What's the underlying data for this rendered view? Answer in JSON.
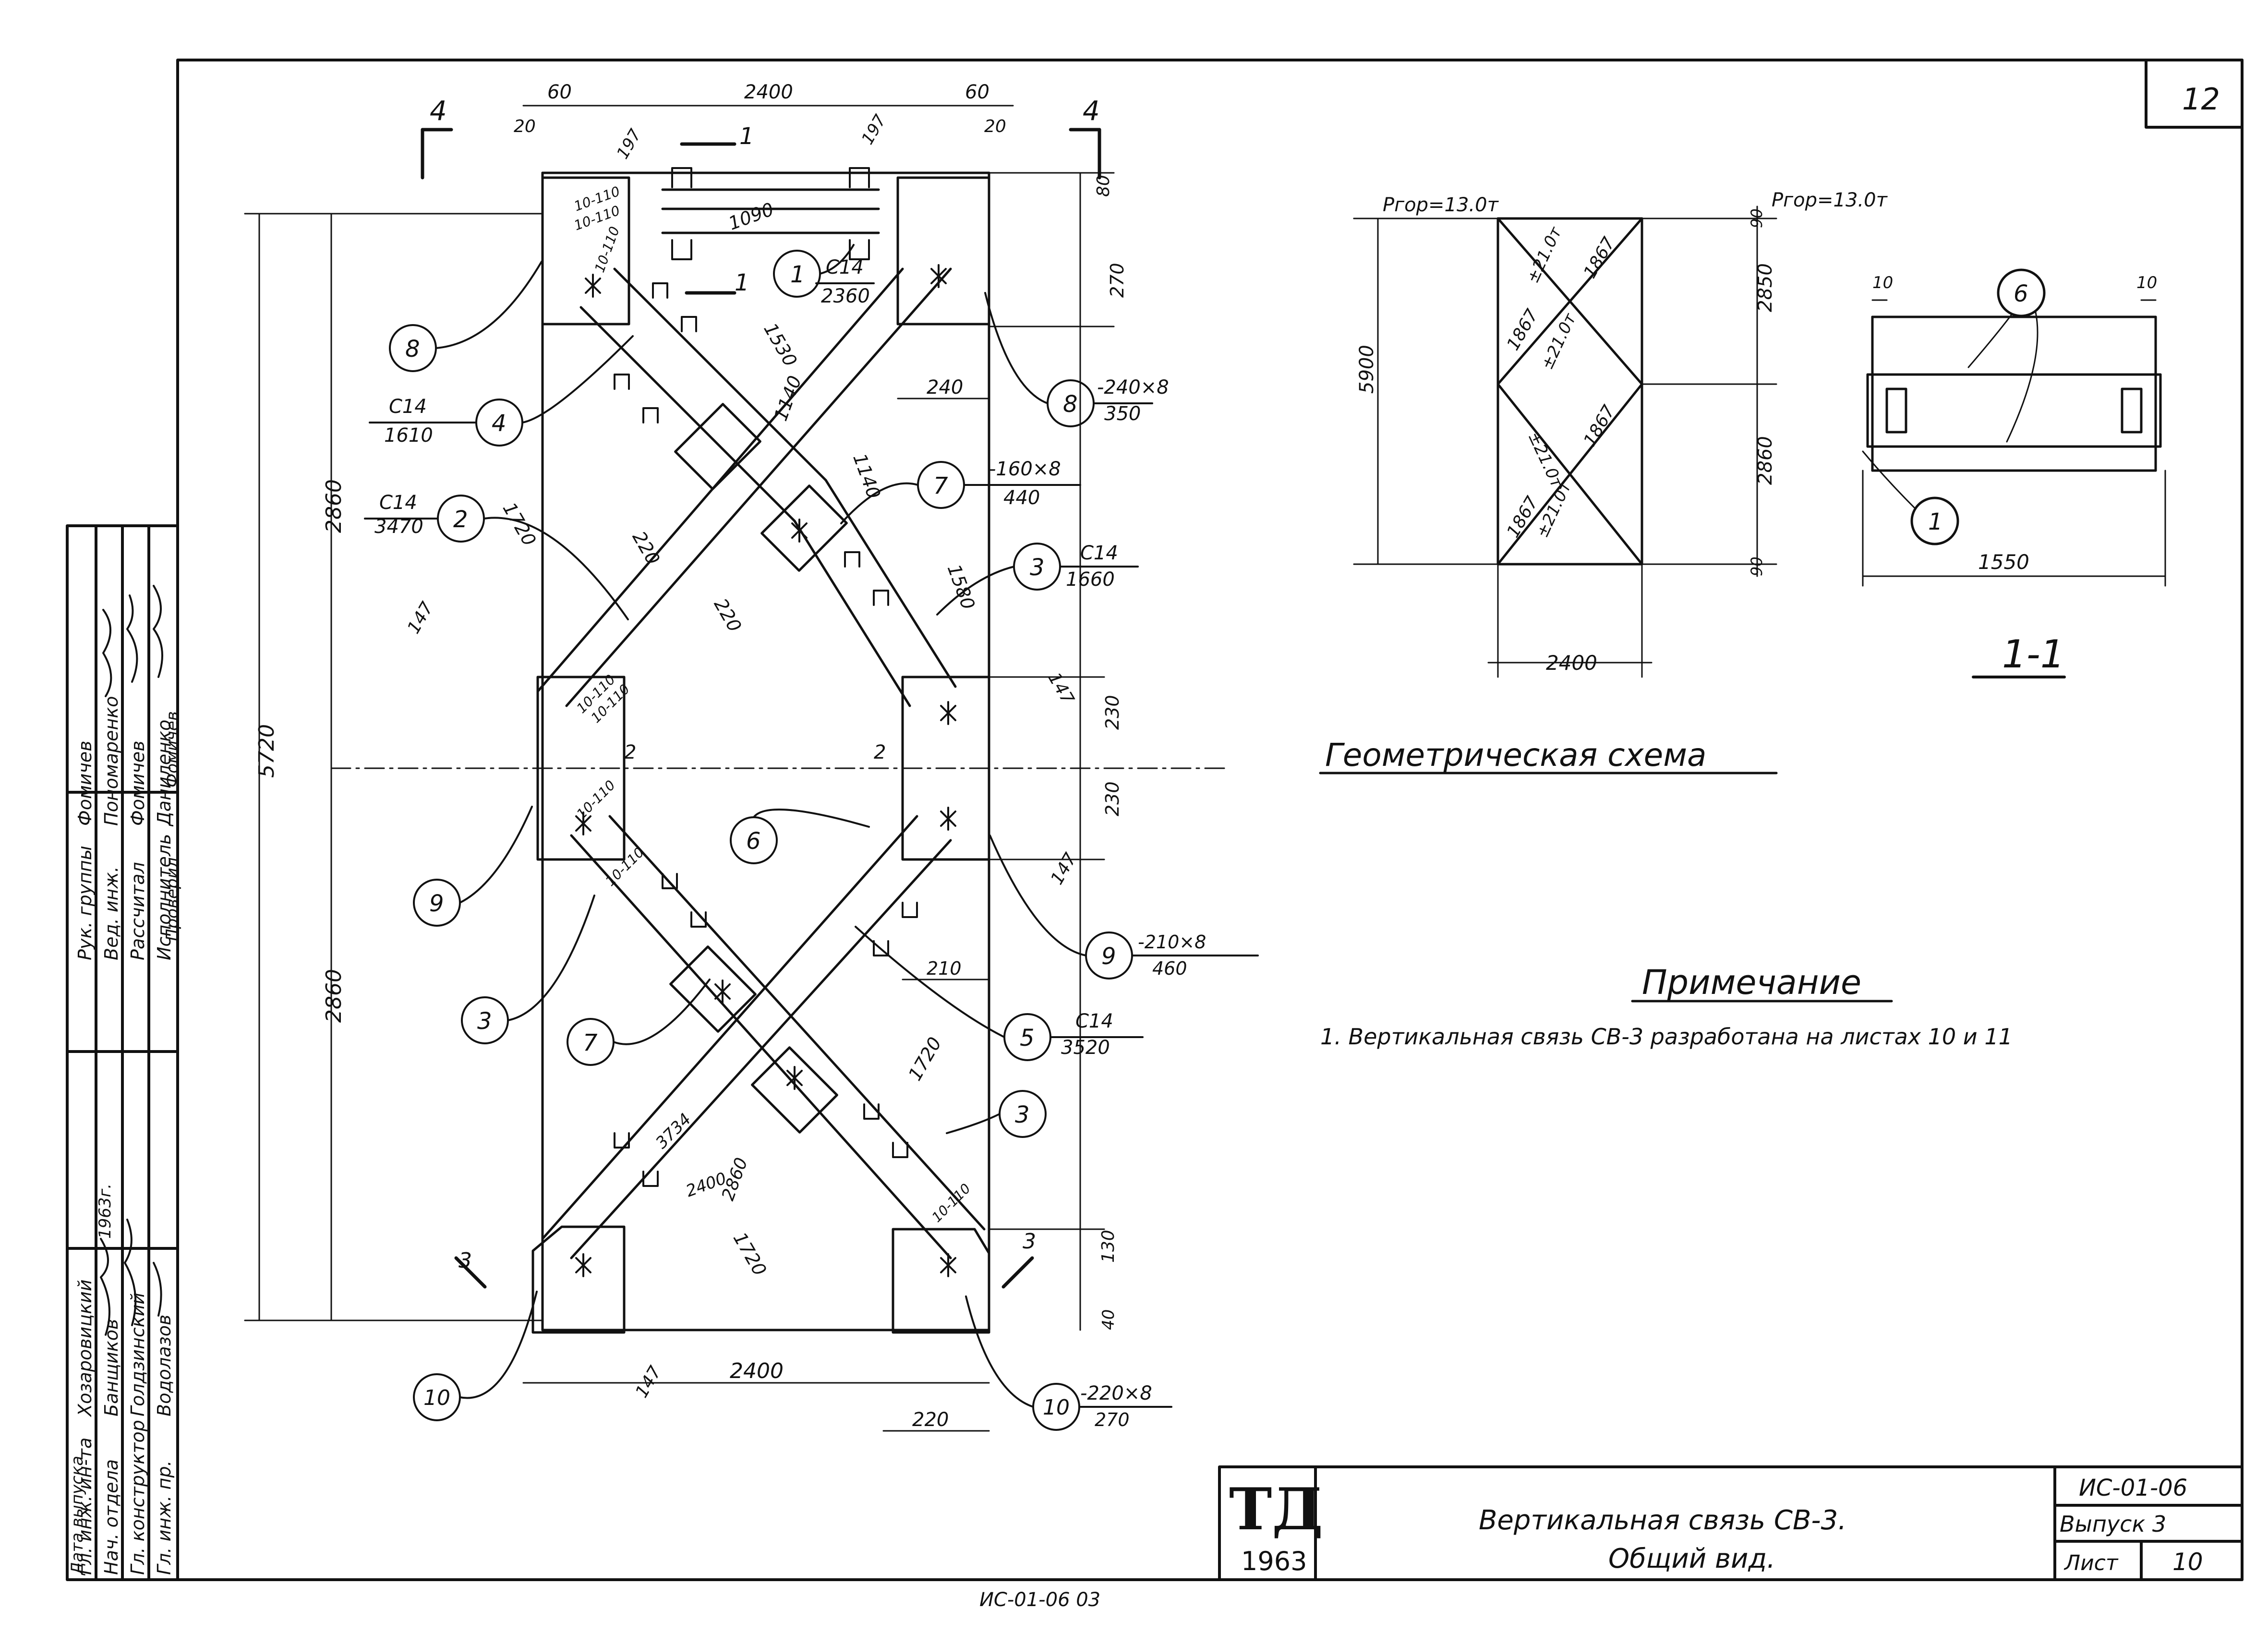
{
  "sheet": {
    "sheet_no_corner": "12",
    "code": "ИС-01-06",
    "issue": "Выпуск 3",
    "sheet_label": "Лист",
    "sheet_value": "10",
    "logo_letters": "ТД",
    "logo_year": "1963",
    "title_line1": "Вертикальная связь СВ-3.",
    "title_line2": "Общий вид.",
    "bottom_text": "ИС-01-06 03"
  },
  "stamp": {
    "rows": [
      {
        "role": "Гл. инж. ин-та",
        "name": "Хозаровицкий"
      },
      {
        "role": "Нач. отдела",
        "name": "Банщиков"
      },
      {
        "role": "Гл. конструктор",
        "name": "Голдзинский"
      },
      {
        "role": "Гл. инж. пр.",
        "name": "Водолазов"
      },
      {
        "role": "Дата выпуска",
        "name": "1963г."
      },
      {
        "role": "Рук. группы",
        "name": "Фомичев"
      },
      {
        "role": "Вед. инж.",
        "name": "Пономаренко"
      },
      {
        "role": "Рассчитал",
        "name": "Фомичев"
      },
      {
        "role": "Исполнитель",
        "name": "Даниленко"
      },
      {
        "role": "Проверил",
        "name": "Фомичев"
      }
    ]
  },
  "main_view": {
    "section_marks": [
      "4",
      "4",
      "1",
      "1",
      "2",
      "2",
      "3",
      "3"
    ],
    "dims_top": [
      "60",
      "60",
      "2400",
      "20",
      "20",
      "80",
      "270",
      "197",
      "197",
      "1090",
      "1530",
      "1140",
      "1140",
      "1720",
      "240",
      "220",
      "220"
    ],
    "dims_side": [
      "2860",
      "2860",
      "5720",
      "230",
      "230",
      "130",
      "40",
      "147",
      "147",
      "147",
      "147",
      "1580",
      "1720",
      "1720",
      "2860",
      "3734",
      "2400",
      "210",
      "220",
      "2400"
    ],
    "bolt_labels": [
      "10-110",
      "10-110",
      "10-110",
      "10-110",
      "10-110",
      "10-110",
      "10-110",
      "10-110"
    ],
    "callouts": [
      {
        "num": "1",
        "top": "С14",
        "bottom": "2360"
      },
      {
        "num": "2",
        "top": "С14",
        "bottom": "3470"
      },
      {
        "num": "3",
        "top": "С14",
        "bottom": "1660"
      },
      {
        "num": "4",
        "top": "С14",
        "bottom": "1610"
      },
      {
        "num": "5",
        "top": "С14",
        "bottom": "3520"
      },
      {
        "num": "6",
        "top": "",
        "bottom": ""
      },
      {
        "num": "7",
        "top": "-160×8",
        "bottom": "440"
      },
      {
        "num": "8",
        "top": "-240×8",
        "bottom": "350"
      },
      {
        "num": "9",
        "top": "-210×8",
        "bottom": "460"
      },
      {
        "num": "10",
        "top": "-220×8",
        "bottom": "270"
      }
    ]
  },
  "geometry_scheme": {
    "force_left": "Ргор=13.0т",
    "force_right": "Ргор=13.0т",
    "heights": [
      "5900",
      "2850",
      "2860",
      "90",
      "90"
    ],
    "width": "2400",
    "member_lengths": [
      "1867",
      "1867",
      "1867",
      "1867"
    ],
    "member_forces": [
      "±21.0т",
      "±21.0т",
      "±21.0т",
      "±21.0т"
    ],
    "title": "Геометрическая схема"
  },
  "section_1_1": {
    "dims": [
      "10",
      "10",
      "1550"
    ],
    "callouts": [
      "6",
      "1"
    ],
    "title": "1-1"
  },
  "note": {
    "heading": "Примечание",
    "text": "1. Вертикальная связь СВ-3 разработана на листах 10 и 11"
  }
}
